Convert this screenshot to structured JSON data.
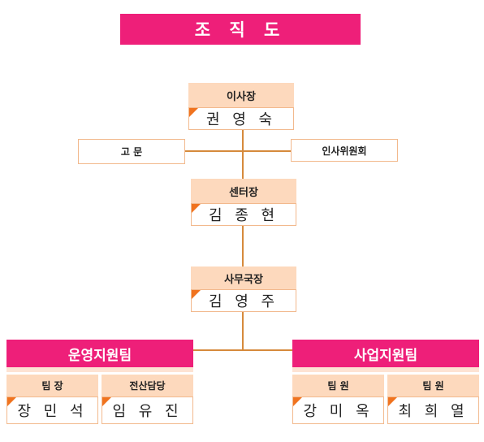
{
  "title": "조 직 도",
  "chairman": {
    "role": "이사장",
    "name": "권 영 숙"
  },
  "advisor": {
    "label": "고 문"
  },
  "personnel_committee": {
    "label": "인사위원회"
  },
  "center_head": {
    "role": "센터장",
    "name": "김 종 현"
  },
  "secretary_general": {
    "role": "사무국장",
    "name": "김 영 주"
  },
  "teams": [
    {
      "name": "운영지원팀",
      "members": [
        {
          "role": "팀 장",
          "name": "장 민 석"
        },
        {
          "role": "전산담당",
          "name": "임 유 진"
        }
      ]
    },
    {
      "name": "사업지원팀",
      "members": [
        {
          "role": "팀 원",
          "name": "강 미 옥"
        },
        {
          "role": "팀 원",
          "name": "최 희 열"
        }
      ]
    }
  ]
}
